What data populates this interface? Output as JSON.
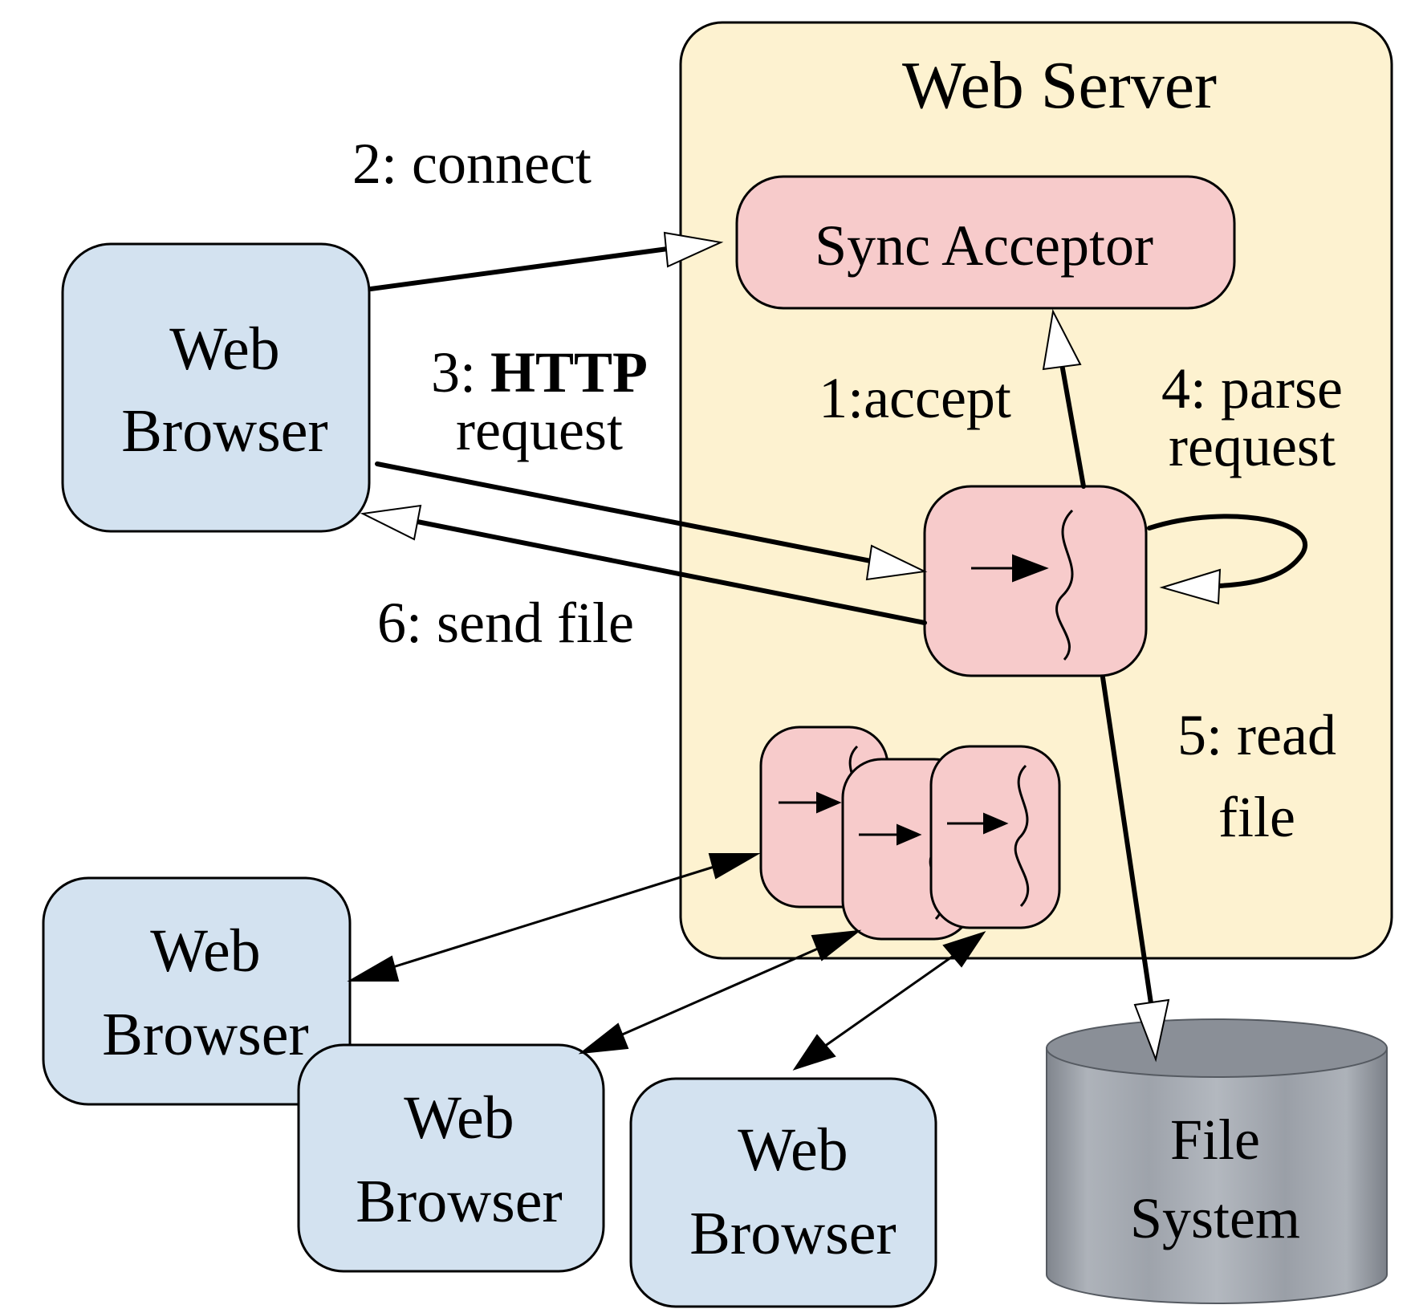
{
  "web_server": {
    "title": "Web Server"
  },
  "sync_acceptor": {
    "label": "Sync Acceptor"
  },
  "browsers": [
    {
      "line1": "Web",
      "line2": "Browser"
    },
    {
      "line1": "Web",
      "line2": "Browser"
    },
    {
      "line1": "Web",
      "line2": "Browser"
    },
    {
      "line1": "Web",
      "line2": "Browser"
    }
  ],
  "file_system": {
    "line1": "File",
    "line2": "System"
  },
  "steps": {
    "connect": "2: connect",
    "http_num": "3:",
    "http_bold": "HTTP",
    "http_request": "request",
    "accept": "1:accept",
    "parse_line1": "4: parse",
    "parse_line2": "request",
    "read_line1": "5: read",
    "read_line2": "file",
    "send": "6: send file"
  },
  "colors": {
    "browser_fill": "#d3e2f0",
    "server_fill": "#fdf2d0",
    "handler_fill": "#f7cbcb",
    "file_system_fill": "#9ca1a9"
  }
}
